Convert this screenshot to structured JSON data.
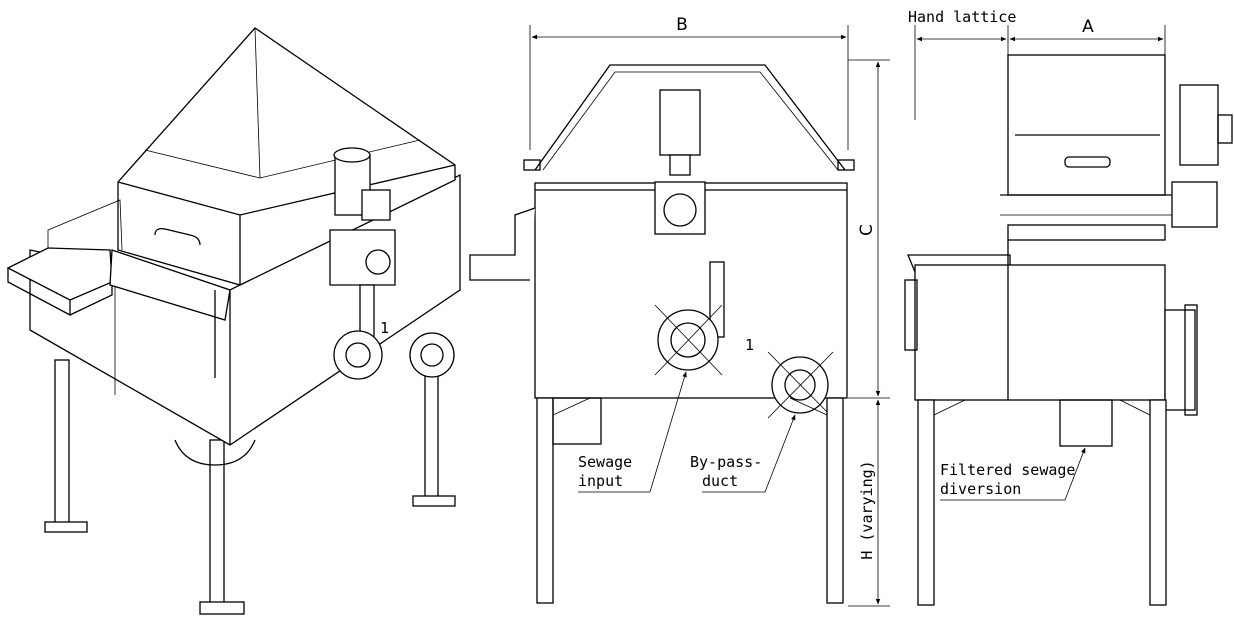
{
  "dimensions": {
    "a": "A",
    "b": "B",
    "c": "C",
    "h": "H (varying)"
  },
  "labels": {
    "hand_lattice": "Hand lattice",
    "sewage_input_1": "Sewage",
    "sewage_input_2": "input",
    "bypass_1": "By-pass-",
    "bypass_2": "duct",
    "filtered_1": "Filtered sewage",
    "filtered_2": "diversion",
    "marker_1": "1",
    "marker_2": "1"
  }
}
